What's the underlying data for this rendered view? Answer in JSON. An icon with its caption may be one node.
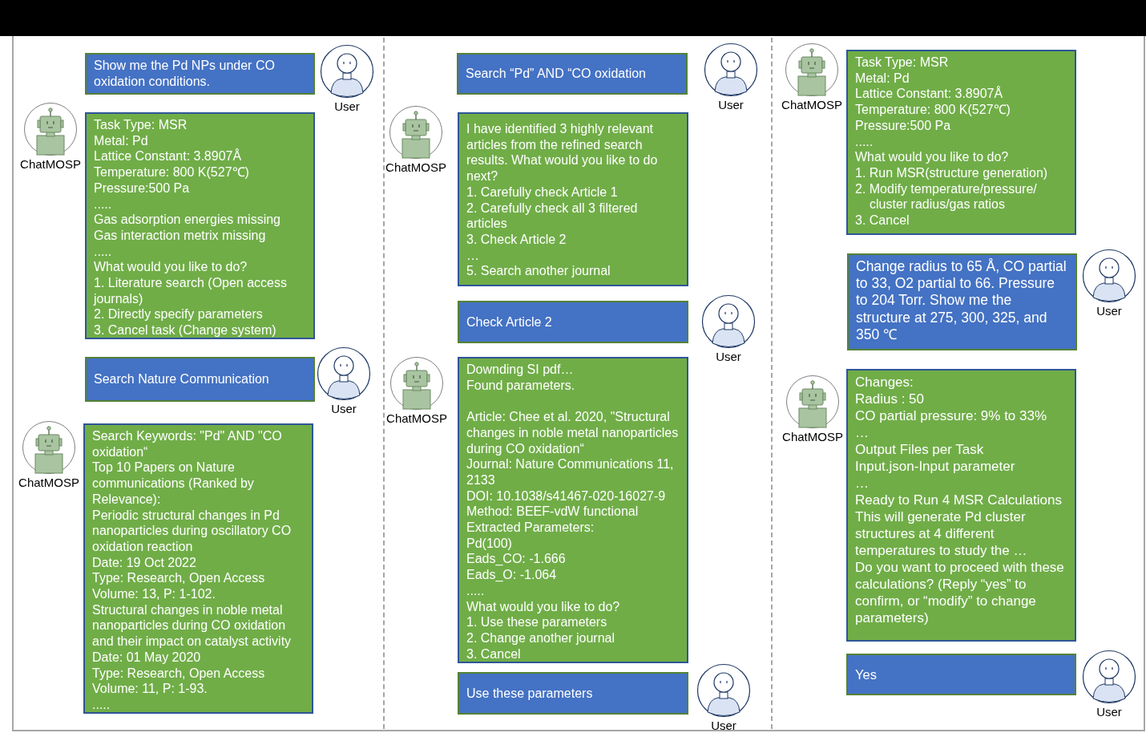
{
  "diagram": {
    "nodes": [
      {
        "text": [
          "Show me the Pd NPs under CO oxidation conditions."
        ]
      },
      {
        "text": [
          "User"
        ]
      },
      {
        "text": [
          "ChatMOSP"
        ]
      },
      {
        "text": [
          "Task Type: MSR",
          "Metal: Pd",
          "Lattice Constant: 3.8907Å",
          "Temperature: 800 K(527℃)",
          "Pressure:500 Pa",
          ".....",
          "Gas adsorption energies missing",
          "Gas interaction metrix missing",
          ".....",
          "What would you like to do?",
          "1. Literature search (Open access journals)",
          "2. Directly specify parameters",
          "3. Cancel task (Change system)"
        ]
      },
      {
        "text": [
          "Search Nature Communication"
        ]
      },
      {
        "text": [
          "User"
        ]
      },
      {
        "text": [
          "ChatMOSP"
        ]
      },
      {
        "text": [
          "Search Keywords: \"Pd\" AND \"CO oxidation“",
          "Top 10 Papers on Nature communications (Ranked by Relevance):",
          "Periodic structural changes in Pd nanoparticles during oscillatory CO oxidation reaction",
          "Date: 19 Oct 2022",
          "Type: Research, Open Access",
          "Volume: 13, P: 1-102.",
          "Structural changes in noble metal nanoparticles during CO oxidation and their impact on catalyst activity",
          "Date: 01 May 2020",
          "Type: Research, Open Access",
          "Volume: 11, P: 1-93.",
          "....."
        ]
      },
      {
        "text": [
          "Search “Pd” AND “CO oxidation"
        ]
      },
      {
        "text": [
          "User"
        ]
      },
      {
        "text": [
          "ChatMOSP"
        ]
      },
      {
        "text": [
          "I have identified 3 highly relevant articles from the refined search results. What would you like to do next?",
          "1. Carefully check Article 1",
          "2. Carefully check all 3 filtered articles",
          "3. Check Article 2",
          "…",
          "5. Search another journal"
        ]
      },
      {
        "text": [
          "Check Article 2"
        ]
      },
      {
        "text": [
          "User"
        ]
      },
      {
        "text": [
          "ChatMOSP"
        ]
      },
      {
        "text": [
          "Downding SI pdf…",
          "Found parameters.",
          "Article: Chee et al. 2020, \"Structural changes in noble metal nanoparticles during CO oxidation“",
          "Journal: Nature Communications 11, 2133",
          "DOI: 10.1038/s41467-020-16027-9",
          "Method: BEEF-vdW functional",
          "Extracted Parameters:",
          "Pd(100)",
          "Eads_CO: -1.666",
          "Eads_O: -1.064",
          ".....",
          "What would you like to do?",
          "1. Use these parameters",
          "2. Change another journal",
          "3. Cancel"
        ]
      },
      {
        "text": [
          "Use these parameters"
        ]
      },
      {
        "text": [
          "User"
        ]
      },
      {
        "text": [
          "ChatMOSP"
        ]
      },
      {
        "text": [
          "Task Type: MSR",
          "Metal: Pd",
          "Lattice Constant: 3.8907Å",
          "Temperature: 800 K(527℃)",
          "Pressure:500 Pa",
          ".....",
          "What would you like to do?",
          "1. Run MSR(structure generation)",
          "2. Modify temperature/pressure/ cluster radius/gas ratios",
          "3. Cancel"
        ]
      },
      {
        "text": [
          "Change radius to 65 Å, CO partial to 33, O2 partial to 66. Pressure to 204 Torr. Show me the structure at 275, 300, 325, and 350 ℃"
        ]
      },
      {
        "text": [
          "User"
        ]
      },
      {
        "text": [
          "ChatMOSP"
        ]
      },
      {
        "text": [
          "Changes:",
          "Radius : 50",
          "CO partial pressure: 9% to 33%",
          "…",
          "Output Files per Task",
          "Input.json-Input parameter",
          "…",
          "Ready to Run 4 MSR Calculations",
          "This will generate Pd cluster structures at 4 different temperatures to study the …",
          "Do you want to proceed with these calculations? (Reply “yes” to confirm, or “modify” to change parameters)"
        ]
      },
      {
        "text": [
          "Yes"
        ]
      },
      {
        "text": [
          "User"
        ]
      }
    ]
  }
}
